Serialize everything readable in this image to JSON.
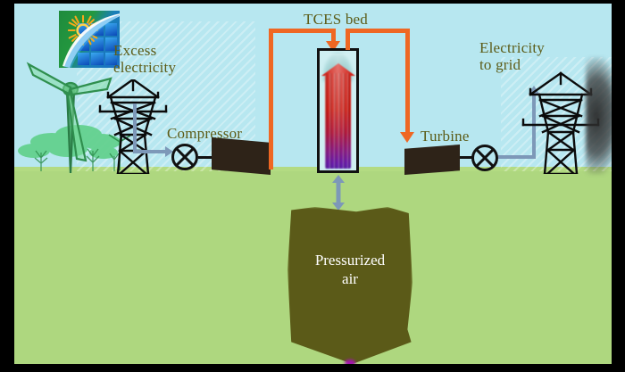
{
  "figure": {
    "type": "schematic-diagram",
    "subject": "Compressed air energy storage with thermochemical energy storage bed",
    "sky_color": "#b7e7f0",
    "ground_color": "#aed77f",
    "pipe_color": "#ef6723",
    "electricity_arrow_color": "#7d98b8",
    "label_color": "#5c5c18",
    "cavern_color": "#5b5a18",
    "frame_color": "#000000"
  },
  "labels": {
    "excess_electricity": "Excess\nelectricity",
    "compressor": "Compressor",
    "tces_bed": "TCES bed",
    "turbine": "Turbine",
    "electricity_to_grid": "Electricity\nto grid",
    "pressurized_air": "Pressurized\nair"
  },
  "icons": {
    "solar_panel_logo": "solar-panel-logo",
    "wind_turbine": "wind-turbine-icon",
    "transmission_tower_left": "transmission-tower-icon",
    "transmission_tower_right": "transmission-tower-icon",
    "compressor_valve": "valve-icon",
    "turbine_valve": "valve-icon",
    "bidirectional_air_arrow": "double-headed-arrow-icon",
    "smoke_plume": "smoke-plume-icon"
  },
  "flows": [
    {
      "name": "electricity-to-compressor",
      "from": "transmission-tower-left",
      "to": "compressor",
      "color": "#7d98b8"
    },
    {
      "name": "hot-air-to-tces-bed",
      "from": "compressor",
      "to": "tces-bed",
      "color": "#ef6723"
    },
    {
      "name": "air-from-tces-bed-to-turbine",
      "from": "tces-bed",
      "to": "turbine",
      "color": "#ef6723"
    },
    {
      "name": "air-exchange-with-cavern",
      "from": "tces-bed",
      "to": "pressurized-air-cavern",
      "color": "#7d98b8"
    },
    {
      "name": "electricity-from-turbine-to-grid",
      "from": "turbine",
      "to": "transmission-tower-right",
      "color": "#7d98b8"
    }
  ]
}
